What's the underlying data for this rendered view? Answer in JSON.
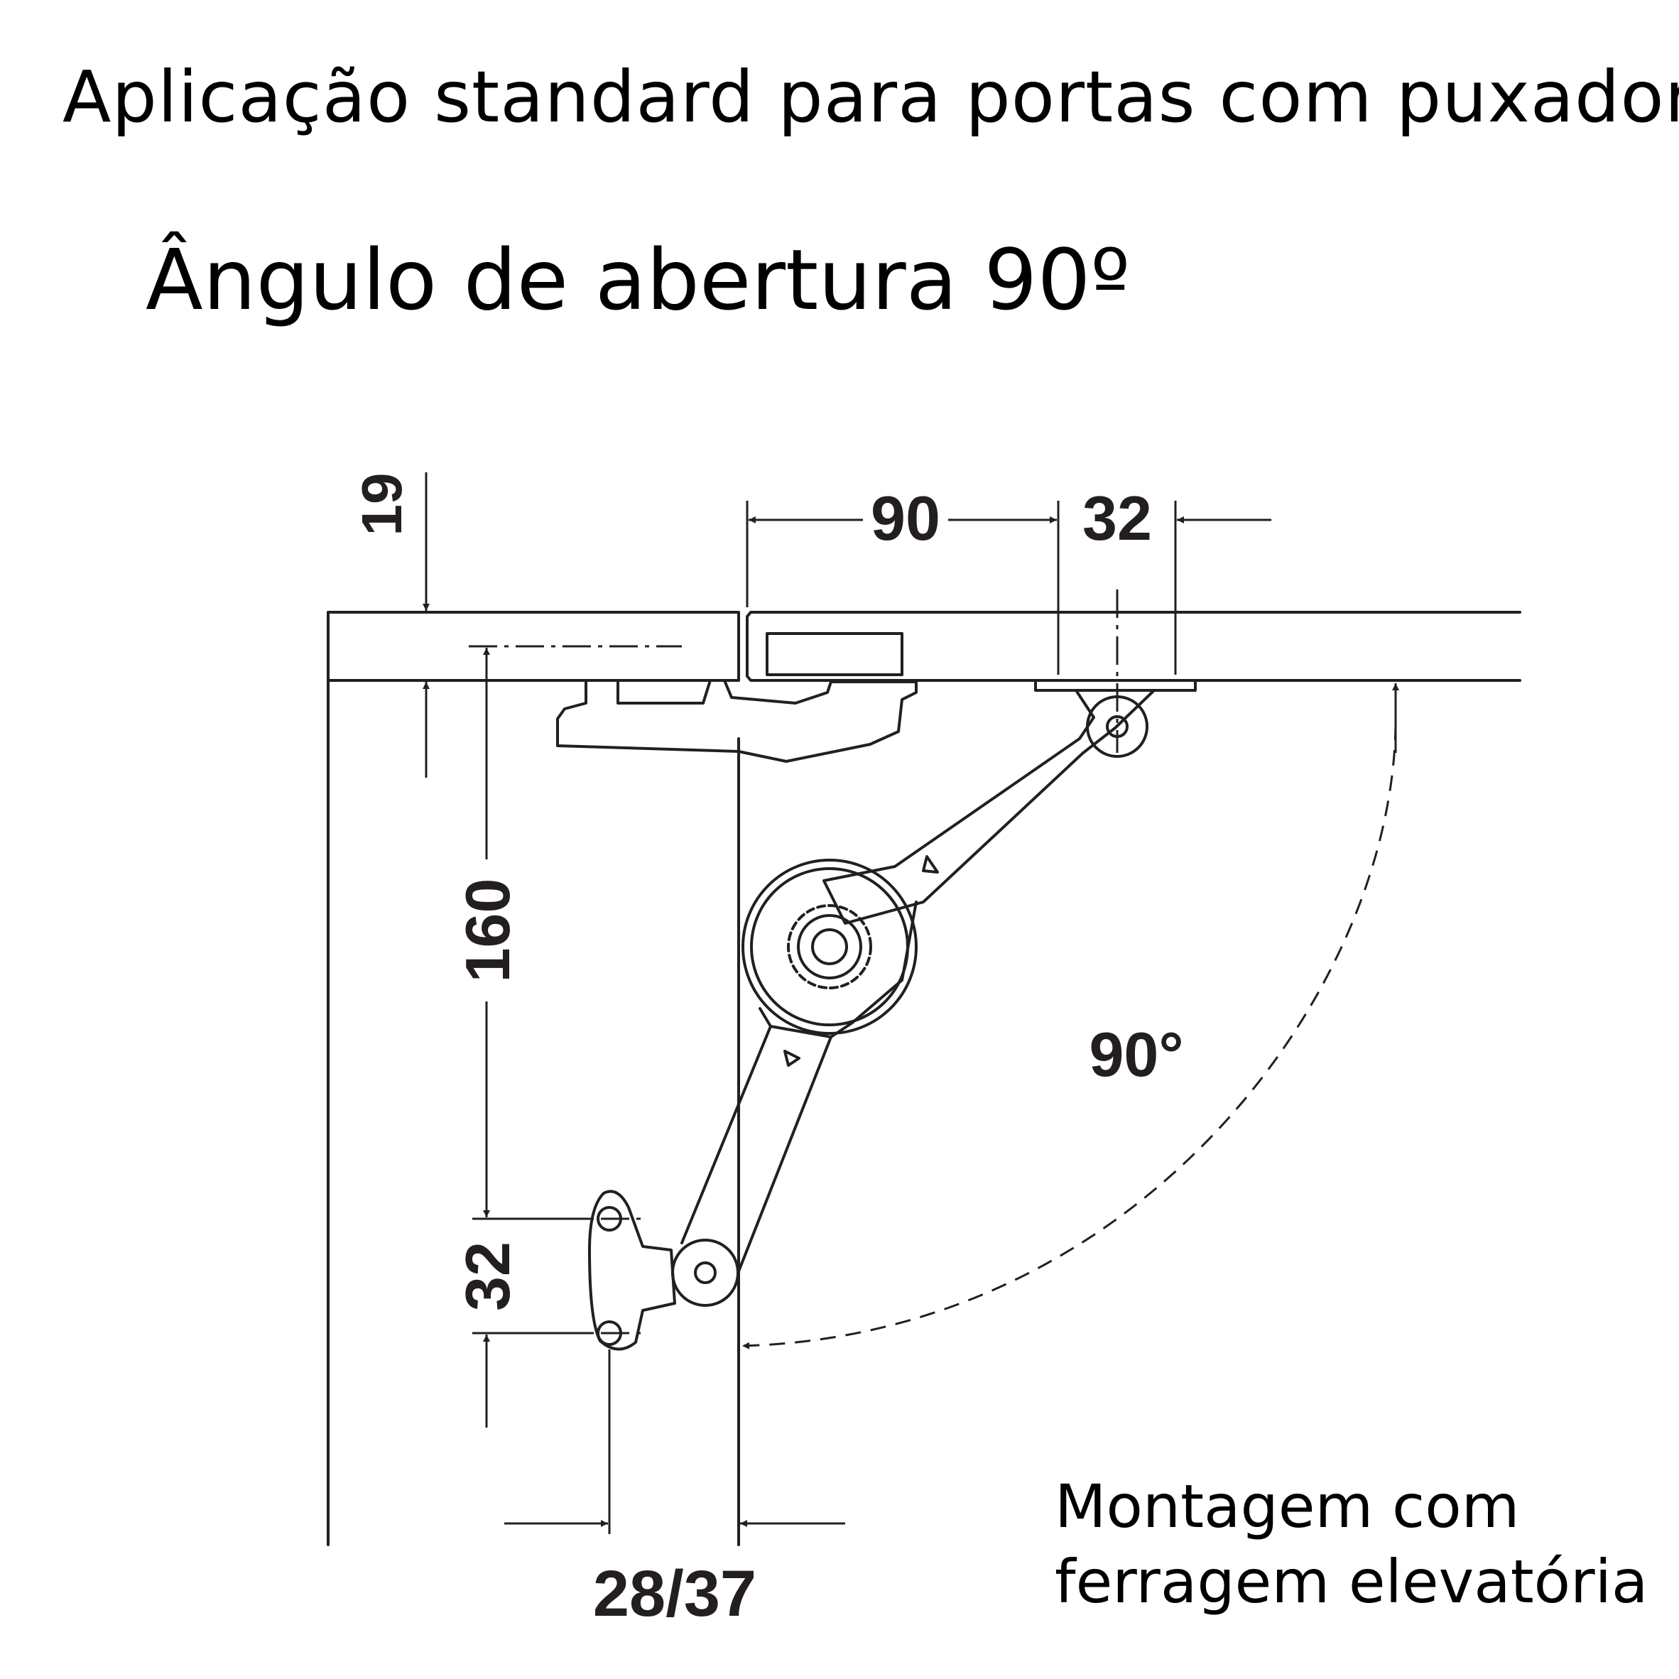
{
  "title": "Aplicação standard para portas com puxador",
  "subtitle": "Ângulo de abertura 90º",
  "caption": {
    "line1": "Montagem com",
    "line2": "ferragem elevatória"
  },
  "dimensions": {
    "thickness": "19",
    "offset_horizontal": "90",
    "hole_spacing_top": "32",
    "vertical_distance": "160",
    "hole_spacing_side": "32",
    "side_offset": "28/37",
    "opening_angle": "90°"
  },
  "colors": {
    "line": "#231f20",
    "background": "#ffffff"
  }
}
